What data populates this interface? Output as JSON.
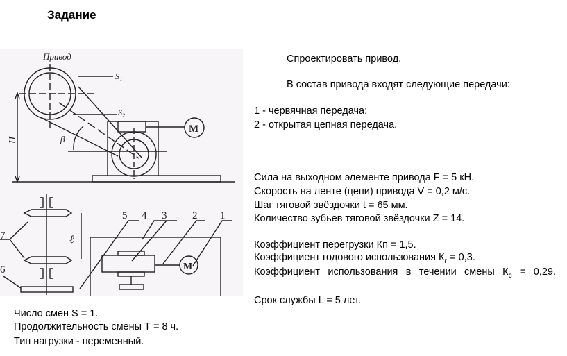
{
  "title": "Задание",
  "diagram": {
    "caption": "Привод",
    "labels": {
      "s1": "S₁",
      "s2": "S₂",
      "h": "H",
      "beta": "β",
      "motor": "M",
      "ell": "ℓ",
      "n1": "1",
      "n2": "2",
      "n3": "3",
      "n4": "4",
      "n5": "5",
      "n6": "6",
      "n7": "7"
    }
  },
  "task": {
    "line1": "Спроектировать привод.",
    "line2": "В состав привода входят следующие передачи:",
    "gear1": "1 - червячная передача;",
    "gear2": "2 - открытая цепная передача."
  },
  "params": {
    "force": "Сила на выходном элементе привода F = 5 кН.",
    "speed": "Скорость на ленте (цепи) привода V = 0,2 м/с.",
    "pitch": "Шаг тяговой звёздочки t = 65 мм.",
    "teeth": "Количество зубьев тяговой звёздочки Z = 14."
  },
  "coefficients": {
    "overload": "Коэффициент перегрузки Кп = 1,5.",
    "annual_prefix": "Коэффициент годового использования К",
    "annual_sub": "г",
    "annual_suffix": " = 0,3.",
    "shift_prefix": "Коэффициент использования в течении смены К",
    "shift_sub": "c",
    "shift_suffix": " = 0,29.",
    "life": "Срок службы L = 5 лет."
  },
  "shift_info": {
    "shifts": "Число смен S = 1.",
    "duration": "Продолжительность смены Т = 8 ч.",
    "load": "Тип нагрузки - переменный."
  }
}
